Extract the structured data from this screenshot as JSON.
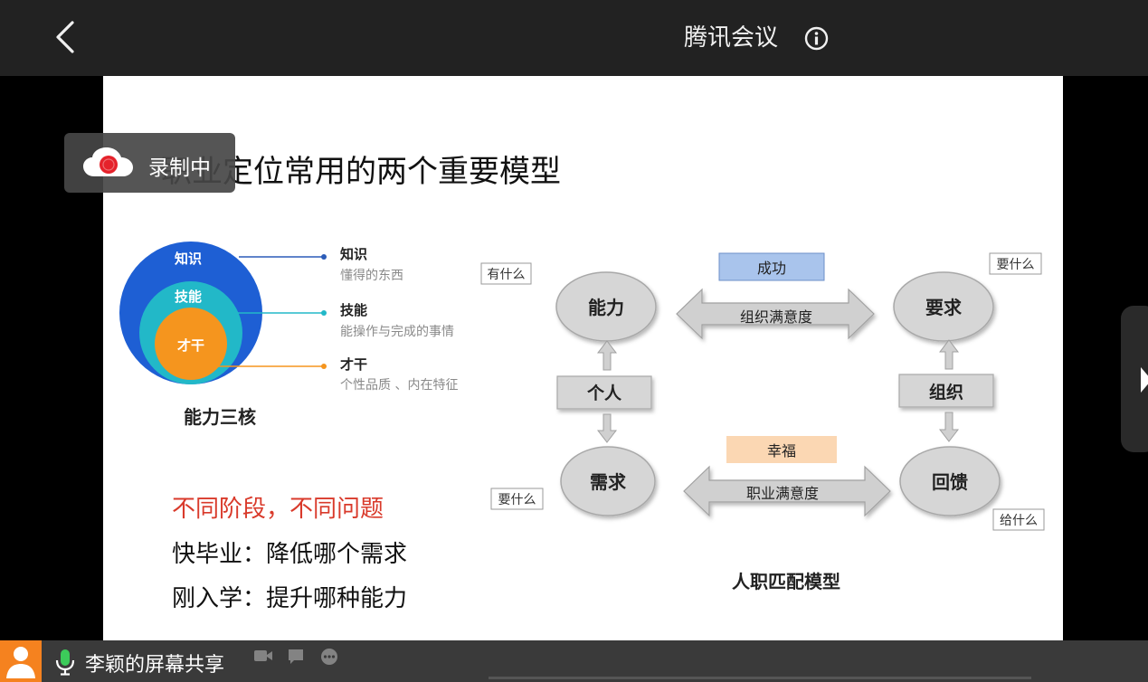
{
  "window": {
    "app_title": "腾讯会议"
  },
  "icons": {
    "back": "chevron-left-icon",
    "info": "info-icon",
    "record": "record-cloud-icon",
    "mic": "microphone-icon",
    "user": "user-avatar-icon"
  },
  "colors": {
    "topbar": "#222222",
    "accent_orange": "#f5821f",
    "mic_green": "#3ccb5a",
    "record_red": "#e5222b",
    "text_red": "#d93a2b",
    "core_blue": "#1e5fd4",
    "core_teal": "#22b8c8",
    "core_orange": "#f5951e",
    "success_blue": "#a9c4ec",
    "happiness_peach": "#fbd7b3"
  },
  "recording": {
    "label": "录制中"
  },
  "slide": {
    "title": "职业定位常用的两个重要模型",
    "core_model": {
      "circles": [
        {
          "label": "知识"
        },
        {
          "label": "技能"
        },
        {
          "label": "才干"
        }
      ],
      "legend": [
        {
          "name": "知识",
          "desc": "懂得的东西"
        },
        {
          "name": "技能",
          "desc": "能操作与完成的事情"
        },
        {
          "name": "才干",
          "desc": "个性品质 、内在特征"
        }
      ],
      "caption": "能力三核"
    },
    "text_lines": {
      "highlight": "不同阶段，不同问题",
      "line1": "快毕业：降低哪个需求",
      "line2": "刚入学：提升哪种能力"
    },
    "match_model": {
      "ability": "能力",
      "requirement": "要求",
      "need": "需求",
      "reward": "回馈",
      "individual": "个人",
      "organization": "组织",
      "success": "成功",
      "happiness": "幸福",
      "org_satisfaction": "组织满意度",
      "career_satisfaction": "职业满意度",
      "tag_have": "有什么",
      "tag_want_top": "要什么",
      "tag_want_bottom": "要什么",
      "tag_give": "给什么",
      "caption": "人职匹配模型"
    }
  },
  "bottom": {
    "share_label": "李颖的屏幕共享"
  }
}
